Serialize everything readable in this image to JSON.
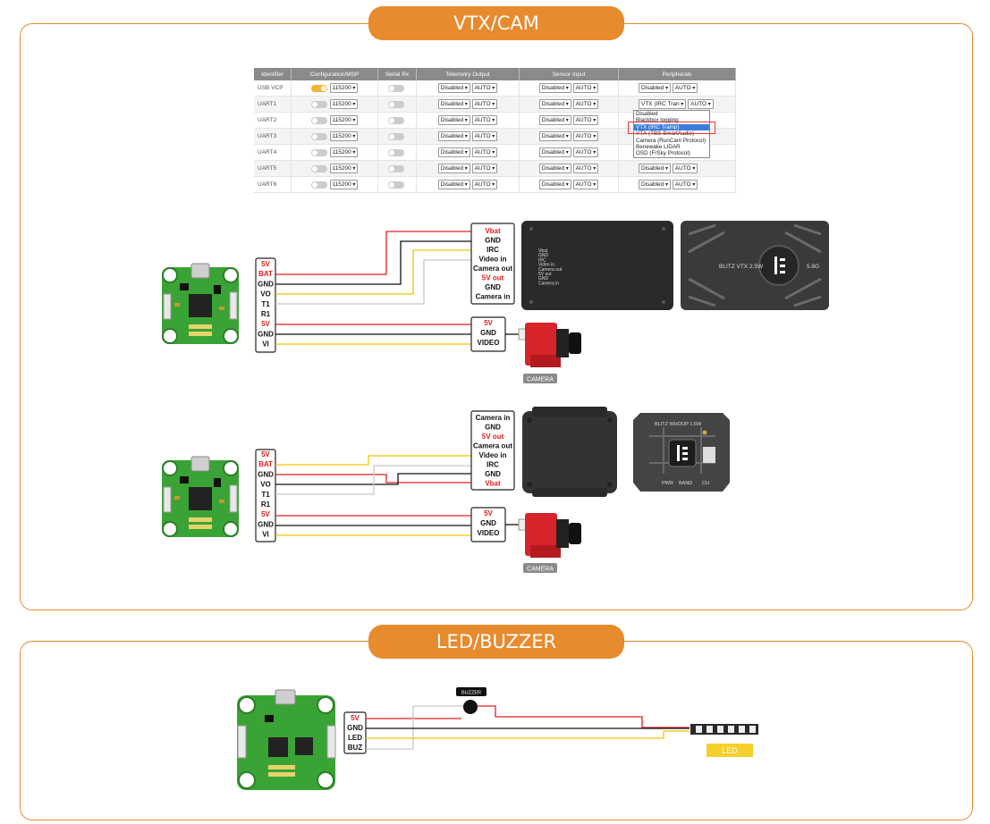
{
  "sections": {
    "vtx_cam": {
      "title": "VTX/CAM"
    },
    "led_buzzer": {
      "title": "LED/BUZZER"
    }
  },
  "ports_table": {
    "headers": [
      "Identifier",
      "Configuration/MSP",
      "Serial Rx",
      "Telemetry Output",
      "Sensor Input",
      "Peripherals"
    ],
    "rows": [
      {
        "id": "USB VCP",
        "msp_on": true,
        "baud": "115200",
        "telemetry": "Disabled",
        "tele_rate": "AUTO",
        "sensor": "Disabled",
        "sensor_rate": "AUTO",
        "peripheral": "Disabled",
        "peri_rate": "AUTO"
      },
      {
        "id": "UART1",
        "msp_on": false,
        "baud": "115200",
        "telemetry": "Disabled",
        "tele_rate": "AUTO",
        "sensor": "Disabled",
        "sensor_rate": "AUTO",
        "peripheral": "VTX (IRC Tran",
        "peri_rate": "AUTO"
      },
      {
        "id": "UART2",
        "msp_on": false,
        "baud": "115200",
        "telemetry": "Disabled",
        "tele_rate": "AUTO",
        "sensor": "Disabled",
        "sensor_rate": "AUTO",
        "peripheral": "",
        "peri_rate": ""
      },
      {
        "id": "UART3",
        "msp_on": false,
        "baud": "115200",
        "telemetry": "Disabled",
        "tele_rate": "AUTO",
        "sensor": "Disabled",
        "sensor_rate": "AUTO",
        "peripheral": "",
        "peri_rate": ""
      },
      {
        "id": "UART4",
        "msp_on": false,
        "baud": "115200",
        "telemetry": "Disabled",
        "tele_rate": "AUTO",
        "sensor": "Disabled",
        "sensor_rate": "AUTO",
        "peripheral": "",
        "peri_rate": ""
      },
      {
        "id": "UART5",
        "msp_on": false,
        "baud": "115200",
        "telemetry": "Disabled",
        "tele_rate": "AUTO",
        "sensor": "Disabled",
        "sensor_rate": "AUTO",
        "peripheral": "Disabled",
        "peri_rate": "AUTO"
      },
      {
        "id": "UART6",
        "msp_on": false,
        "baud": "115200",
        "telemetry": "Disabled",
        "tele_rate": "AUTO",
        "sensor": "Disabled",
        "sensor_rate": "AUTO",
        "peripheral": "Disabled",
        "peri_rate": "AUTO"
      }
    ],
    "dropdown_options": [
      "Disabled",
      "Blackbox logging",
      "VTX (IRC Tramp)",
      "VTX (TBS SmartAudio)",
      "Camera (RunCam Protocol)",
      "Benewake LIDAR",
      "OSD (FrSky Protocol)"
    ],
    "dropdown_selected": "VTX (IRC Tramp)"
  },
  "wiring1": {
    "fc_pins": [
      "5V",
      "BAT",
      "GND",
      "VO",
      "T1",
      "R1",
      "5V",
      "GND",
      "VI"
    ],
    "vtx_pins": [
      "Vbat",
      "GND",
      "IRC",
      "Video in",
      "Camera out",
      "5V out",
      "GND",
      "Camera in"
    ],
    "vtx_silk": [
      "Vbat",
      "GND",
      "IRC",
      "Video in",
      "Camera out",
      "5V out",
      "GND",
      "Camera in"
    ],
    "vtx_label": "BLITZ VTX 2.5W",
    "vtx_freq": "5.8G",
    "cam_pins": [
      "5V",
      "GND",
      "VIDEO"
    ],
    "cam_label": "CAMERA"
  },
  "wiring2": {
    "fc_pins": [
      "5V",
      "BAT",
      "GND",
      "VO",
      "T1",
      "R1",
      "5V",
      "GND",
      "VI"
    ],
    "vtx_pins": [
      "Camera in",
      "GND",
      "5V out",
      "Camera out",
      "Video in",
      "IRC",
      "GND",
      "Vbat"
    ],
    "vtx_label": "BLITZ WHOOP 1.6W",
    "vtx_leds": [
      "PWR",
      "BAND",
      "CH"
    ],
    "cam_pins": [
      "5V",
      "GND",
      "VIDEO"
    ],
    "cam_label": "CAMERA"
  },
  "wiring3": {
    "fc_pins": [
      "5V",
      "GND",
      "LED",
      "BUZ"
    ],
    "buzzer_label": "BUZZER",
    "led_label": "LED"
  },
  "colors": {
    "accent": "#e88a2e",
    "red_pin": "#e02020",
    "wire_red": "#e02020",
    "wire_black": "#111111",
    "wire_yellow": "#f2c200",
    "wire_white": "#c8c8c8",
    "pcb_green": "#3aa335",
    "camera_red": "#d8232a",
    "led_tag": "#f5cf2a"
  }
}
